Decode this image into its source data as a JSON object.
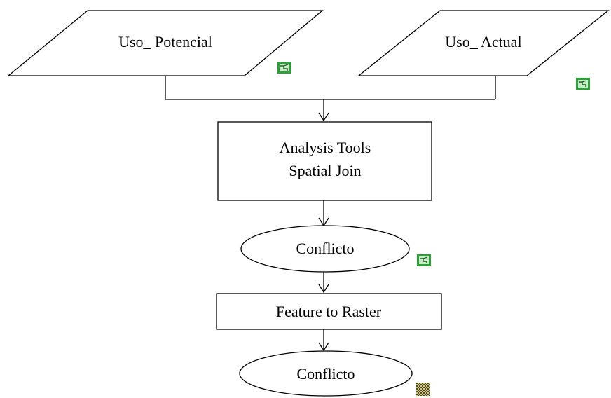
{
  "diagram": {
    "nodes": {
      "uso_potencial": {
        "label": "Uso_ Potencial",
        "shape": "parallelogram",
        "icon": "feature-layer-icon"
      },
      "uso_actual": {
        "label": "Uso_ Actual",
        "shape": "parallelogram",
        "icon": "feature-layer-icon"
      },
      "analysis_tools": {
        "line1": "Analysis Tools",
        "line2": "Spatial Join",
        "shape": "rectangle"
      },
      "conflicto_vector": {
        "label": "Conflicto",
        "shape": "ellipse",
        "icon": "feature-layer-icon"
      },
      "feature_to_raster": {
        "label": "Feature to Raster",
        "shape": "rectangle"
      },
      "conflicto_raster": {
        "label": "Conflicto",
        "shape": "ellipse",
        "icon": "raster-layer-icon"
      }
    },
    "edges": [
      {
        "from": "uso_potencial",
        "to": "analysis_tools"
      },
      {
        "from": "uso_actual",
        "to": "analysis_tools"
      },
      {
        "from": "analysis_tools",
        "to": "conflicto_vector"
      },
      {
        "from": "conflicto_vector",
        "to": "feature_to_raster"
      },
      {
        "from": "feature_to_raster",
        "to": "conflicto_raster"
      }
    ],
    "colors": {
      "stroke": "#000000",
      "icon_green": "#2e9e3a",
      "icon_green_light": "#c8ecc8",
      "raster_dark": "#4a4a30",
      "raster_light": "#d8c878"
    }
  }
}
